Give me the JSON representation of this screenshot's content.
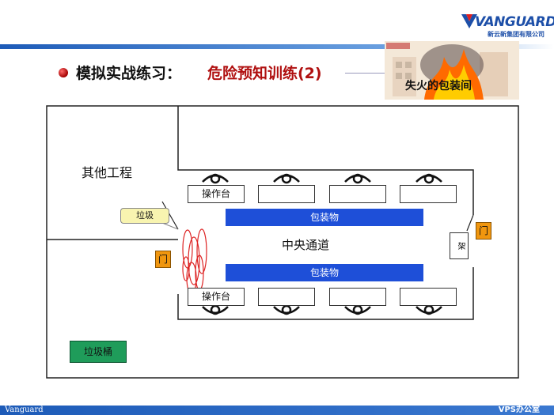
{
  "header": {
    "title_black": "模拟实战练习：",
    "title_red": "危险预知训练(2)",
    "fire_caption": "失火的包装间",
    "logo_word": "VANGUARD",
    "logo_sub": "新云新集团有限公司"
  },
  "footer": {
    "left": "Vanguard",
    "right": "VPS办公室"
  },
  "plan": {
    "other_works": "其他工程",
    "center_aisle": "中央通道",
    "bench_label": "操作台",
    "package_top": "包装物",
    "package_bottom": "包装物",
    "trash_callout": "垃圾",
    "door_left": "门",
    "door_right": "门",
    "bin": "垃圾桶",
    "shelf": "架"
  },
  "colors": {
    "package": "#1e4fd8",
    "door": "#f0960f",
    "bin": "#1f9c5a",
    "title_red": "#b01010",
    "band": "#1d5bb8"
  }
}
